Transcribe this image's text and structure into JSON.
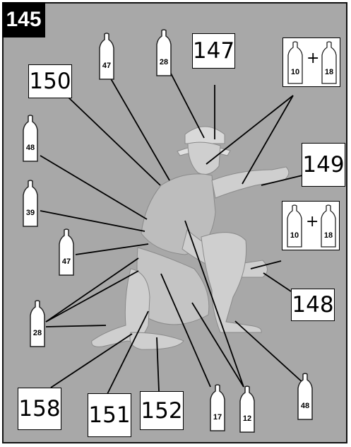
{
  "page_number": "145",
  "reference_boxes": [
    "147",
    "150",
    "149",
    "148",
    "158",
    "151",
    "152"
  ],
  "paint_bottles": [
    "47",
    "28",
    "48",
    "39",
    "47",
    "28",
    "17",
    "12",
    "48"
  ],
  "mixes": [
    {
      "left": "10",
      "operator": "+",
      "right": "18"
    },
    {
      "left": "10",
      "operator": "+",
      "right": "18"
    }
  ],
  "colors": {
    "background": "#a8a8a8",
    "figure": "#c9c9c9",
    "label_black": "#000000"
  }
}
